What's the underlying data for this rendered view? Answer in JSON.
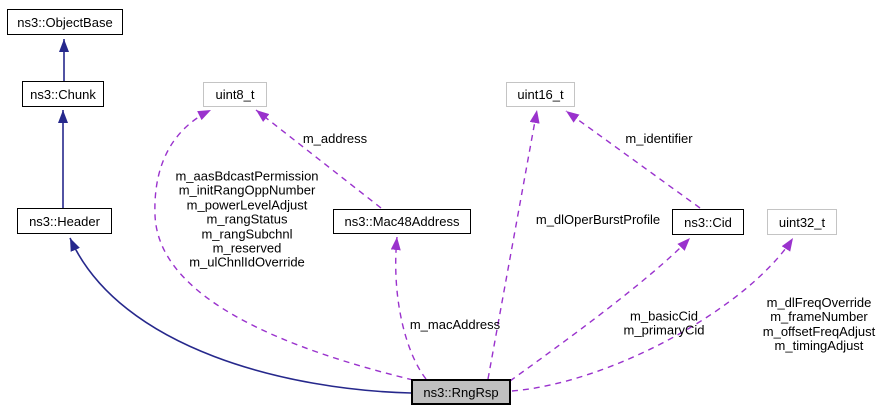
{
  "diagram": {
    "type": "class-collaboration-diagram",
    "colors": {
      "background": "#ffffff",
      "inheritance_edge": "#26288c",
      "usage_edge": "#9a32cd",
      "class_border": "#000000",
      "primitive_border": "#c4c4c4",
      "main_node_fill": "#bfbfbf",
      "text": "#000000"
    },
    "nodes": {
      "objectbase": {
        "label": "ns3::ObjectBase"
      },
      "chunk": {
        "label": "ns3::Chunk"
      },
      "header": {
        "label": "ns3::Header"
      },
      "uint8_t": {
        "label": "uint8_t"
      },
      "mac48address": {
        "label": "ns3::Mac48Address"
      },
      "uint16_t": {
        "label": "uint16_t"
      },
      "cid": {
        "label": "ns3::Cid"
      },
      "uint32_t": {
        "label": "uint32_t"
      },
      "rngrsp": {
        "label": "ns3::RngRsp"
      }
    },
    "edge_labels": {
      "rngrsp_to_uint8": [
        "m_aasBdcastPermission",
        "m_initRangOppNumber",
        "m_powerLevelAdjust",
        "m_rangStatus",
        "m_rangSubchnl",
        "m_reserved",
        "m_ulChnlIdOverride"
      ],
      "mac48_to_uint8": "m_address",
      "cid_to_uint16": "m_identifier",
      "rngrsp_to_uint16": "m_dlOperBurstProfile",
      "rngrsp_to_mac48": "m_macAddress",
      "rngrsp_to_cid": [
        "m_basicCid",
        "m_primaryCid"
      ],
      "rngrsp_to_uint32": [
        "m_dlFreqOverride",
        "m_frameNumber",
        "m_offsetFreqAdjust",
        "m_timingAdjust"
      ]
    }
  }
}
